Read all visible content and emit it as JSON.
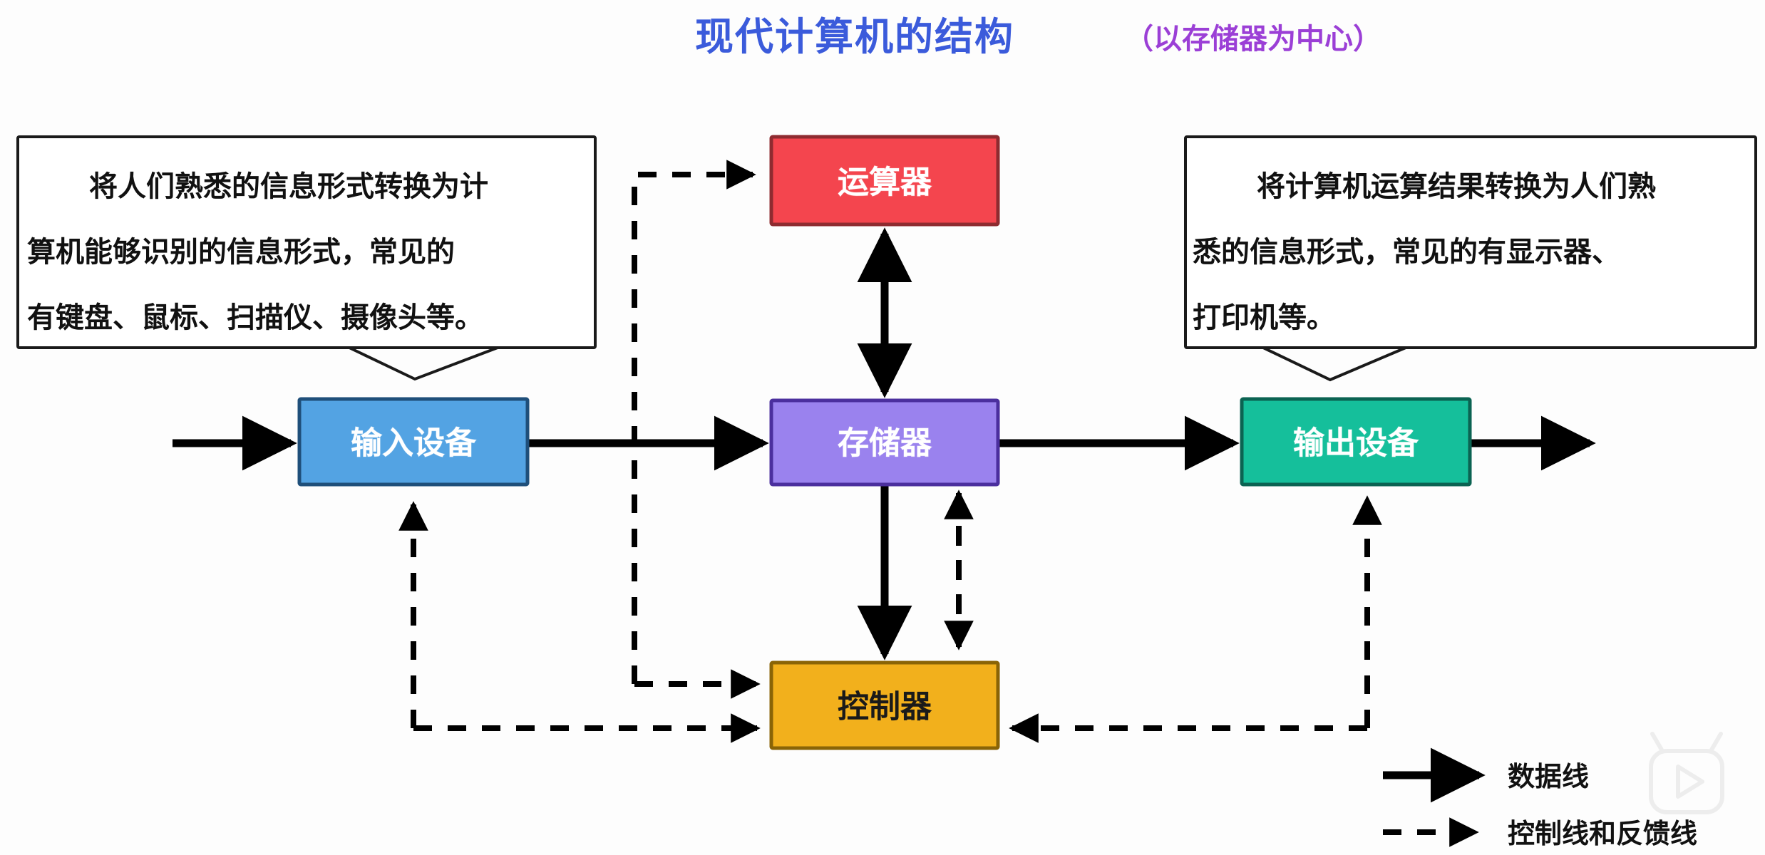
{
  "header": {
    "title": "现代计算机的结构",
    "subtitle": "（以存储器为中心）",
    "title_color": "#3b5bdb",
    "subtitle_color": "#9b3fd6"
  },
  "callouts": {
    "input": {
      "name": "input-description",
      "lines": [
        "将人们熟悉的信息形式转换为计",
        "算机能够识别的信息形式，常见的",
        "有键盘、鼠标、扫描仪、摄像头等。"
      ]
    },
    "output": {
      "name": "output-description",
      "lines": [
        "将计算机运算结果转换为人们熟",
        "悉的信息形式，常见的有显示器、",
        "打印机等。"
      ]
    }
  },
  "nodes": [
    {
      "id": "alu",
      "label": "运算器",
      "fill": "#f4454e",
      "stroke": "#8e2b30",
      "text_color": "#ffffff"
    },
    {
      "id": "input",
      "label": "输入设备",
      "fill": "#53a3e3",
      "stroke": "#1f4f7a",
      "text_color": "#ffffff"
    },
    {
      "id": "memory",
      "label": "存储器",
      "fill": "#9a82ee",
      "stroke": "#4b2f9e",
      "text_color": "#ffffff"
    },
    {
      "id": "output",
      "label": "输出设备",
      "fill": "#15bf9b",
      "stroke": "#0b6352",
      "text_color": "#ffffff"
    },
    {
      "id": "controller",
      "label": "控制器",
      "fill": "#f2b01c",
      "stroke": "#8a6406",
      "text_color": "#1a1a1a"
    }
  ],
  "legend": {
    "items": [
      {
        "style": "solid",
        "label": "数据线"
      },
      {
        "style": "dashed",
        "label": "控制线和反馈线"
      }
    ]
  },
  "watermark": {
    "name": "bilibili-tv-logo"
  }
}
